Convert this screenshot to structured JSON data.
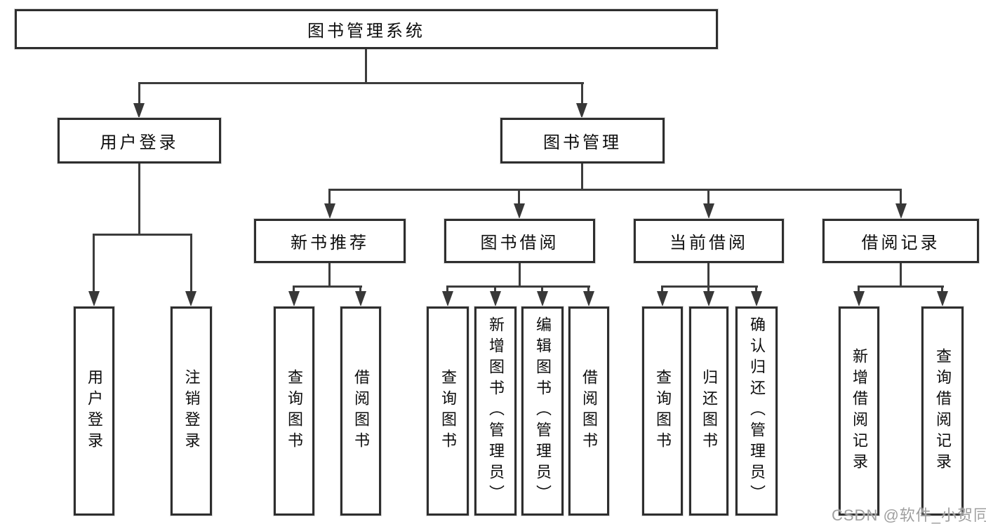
{
  "title": "图书管理系统",
  "watermark": {
    "text": "CSDN @软件_小贺同学"
  },
  "colors": {
    "background": "#ffffff",
    "box_border": "#2e2e2e",
    "connector_line": "#3c3c3c",
    "text": "#0d0d0d",
    "watermark_text": "#9f9f9f"
  },
  "nodes": {
    "root": {
      "label": "图书管理系统"
    },
    "branches": [
      {
        "label": "用户登录",
        "children": [
          {
            "label": "用户登录"
          },
          {
            "label": "注销登录"
          }
        ]
      },
      {
        "label": "图书管理",
        "children": [
          {
            "label": "新书推荐",
            "children": [
              {
                "label": "查询图书"
              },
              {
                "label": "借阅图书"
              }
            ]
          },
          {
            "label": "图书借阅",
            "children": [
              {
                "label": "查询图书"
              },
              {
                "label": "新增图书（管理员）"
              },
              {
                "label": "编辑图书（管理员）"
              },
              {
                "label": "借阅图书"
              }
            ]
          },
          {
            "label": "当前借阅",
            "children": [
              {
                "label": "查询图书"
              },
              {
                "label": "归还图书"
              },
              {
                "label": "确认归还（管理员）"
              }
            ]
          },
          {
            "label": "借阅记录",
            "children": [
              {
                "label": "新增借阅记录"
              },
              {
                "label": "查询借阅记录"
              }
            ]
          }
        ]
      }
    ]
  }
}
